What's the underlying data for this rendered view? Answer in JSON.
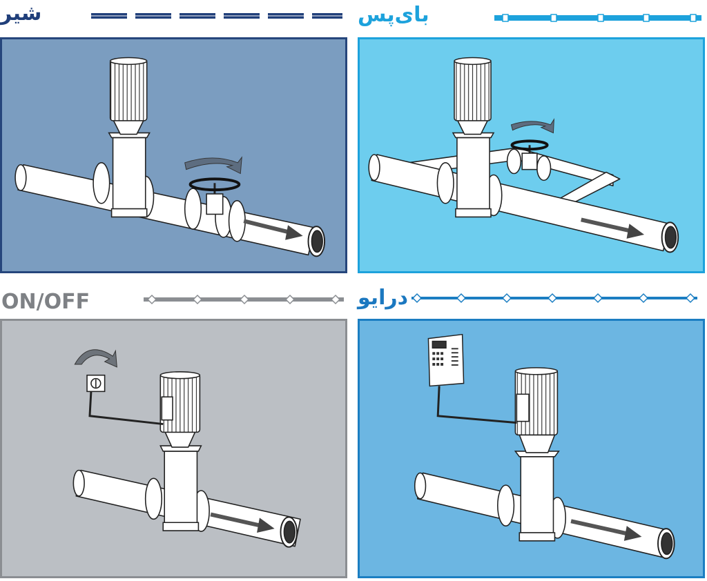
{
  "panels": [
    {
      "id": "valve",
      "title": "شیر",
      "color": "#7b9dc0",
      "border": "#26467c",
      "title_color": "#203f7a",
      "rule_color": "#203f7a"
    },
    {
      "id": "bypass",
      "title": "بای‌پس",
      "color": "#6dcdee",
      "border": "#1da2dc",
      "title_color": "#1da2dc",
      "rule_color": "#1da2dc"
    },
    {
      "id": "onoff",
      "title": "ON/OFF",
      "color": "#bbbfc4",
      "border": "#8b8e92",
      "title_color": "#7e8185",
      "rule_color": "#8b8e92"
    },
    {
      "id": "drive",
      "title": "درایو",
      "color": "#6cb6e2",
      "border": "#1b7ec2",
      "title_color": "#1b78c0",
      "rule_color": "#1b7ec2"
    }
  ],
  "icons": {
    "pump": "vertical-pump-icon",
    "valve": "gate-valve-icon",
    "switch": "rotary-switch-icon",
    "drive": "inverter-drive-icon",
    "flow": "flow-arrow-icon",
    "rotation": "rotation-arrow-icon"
  }
}
